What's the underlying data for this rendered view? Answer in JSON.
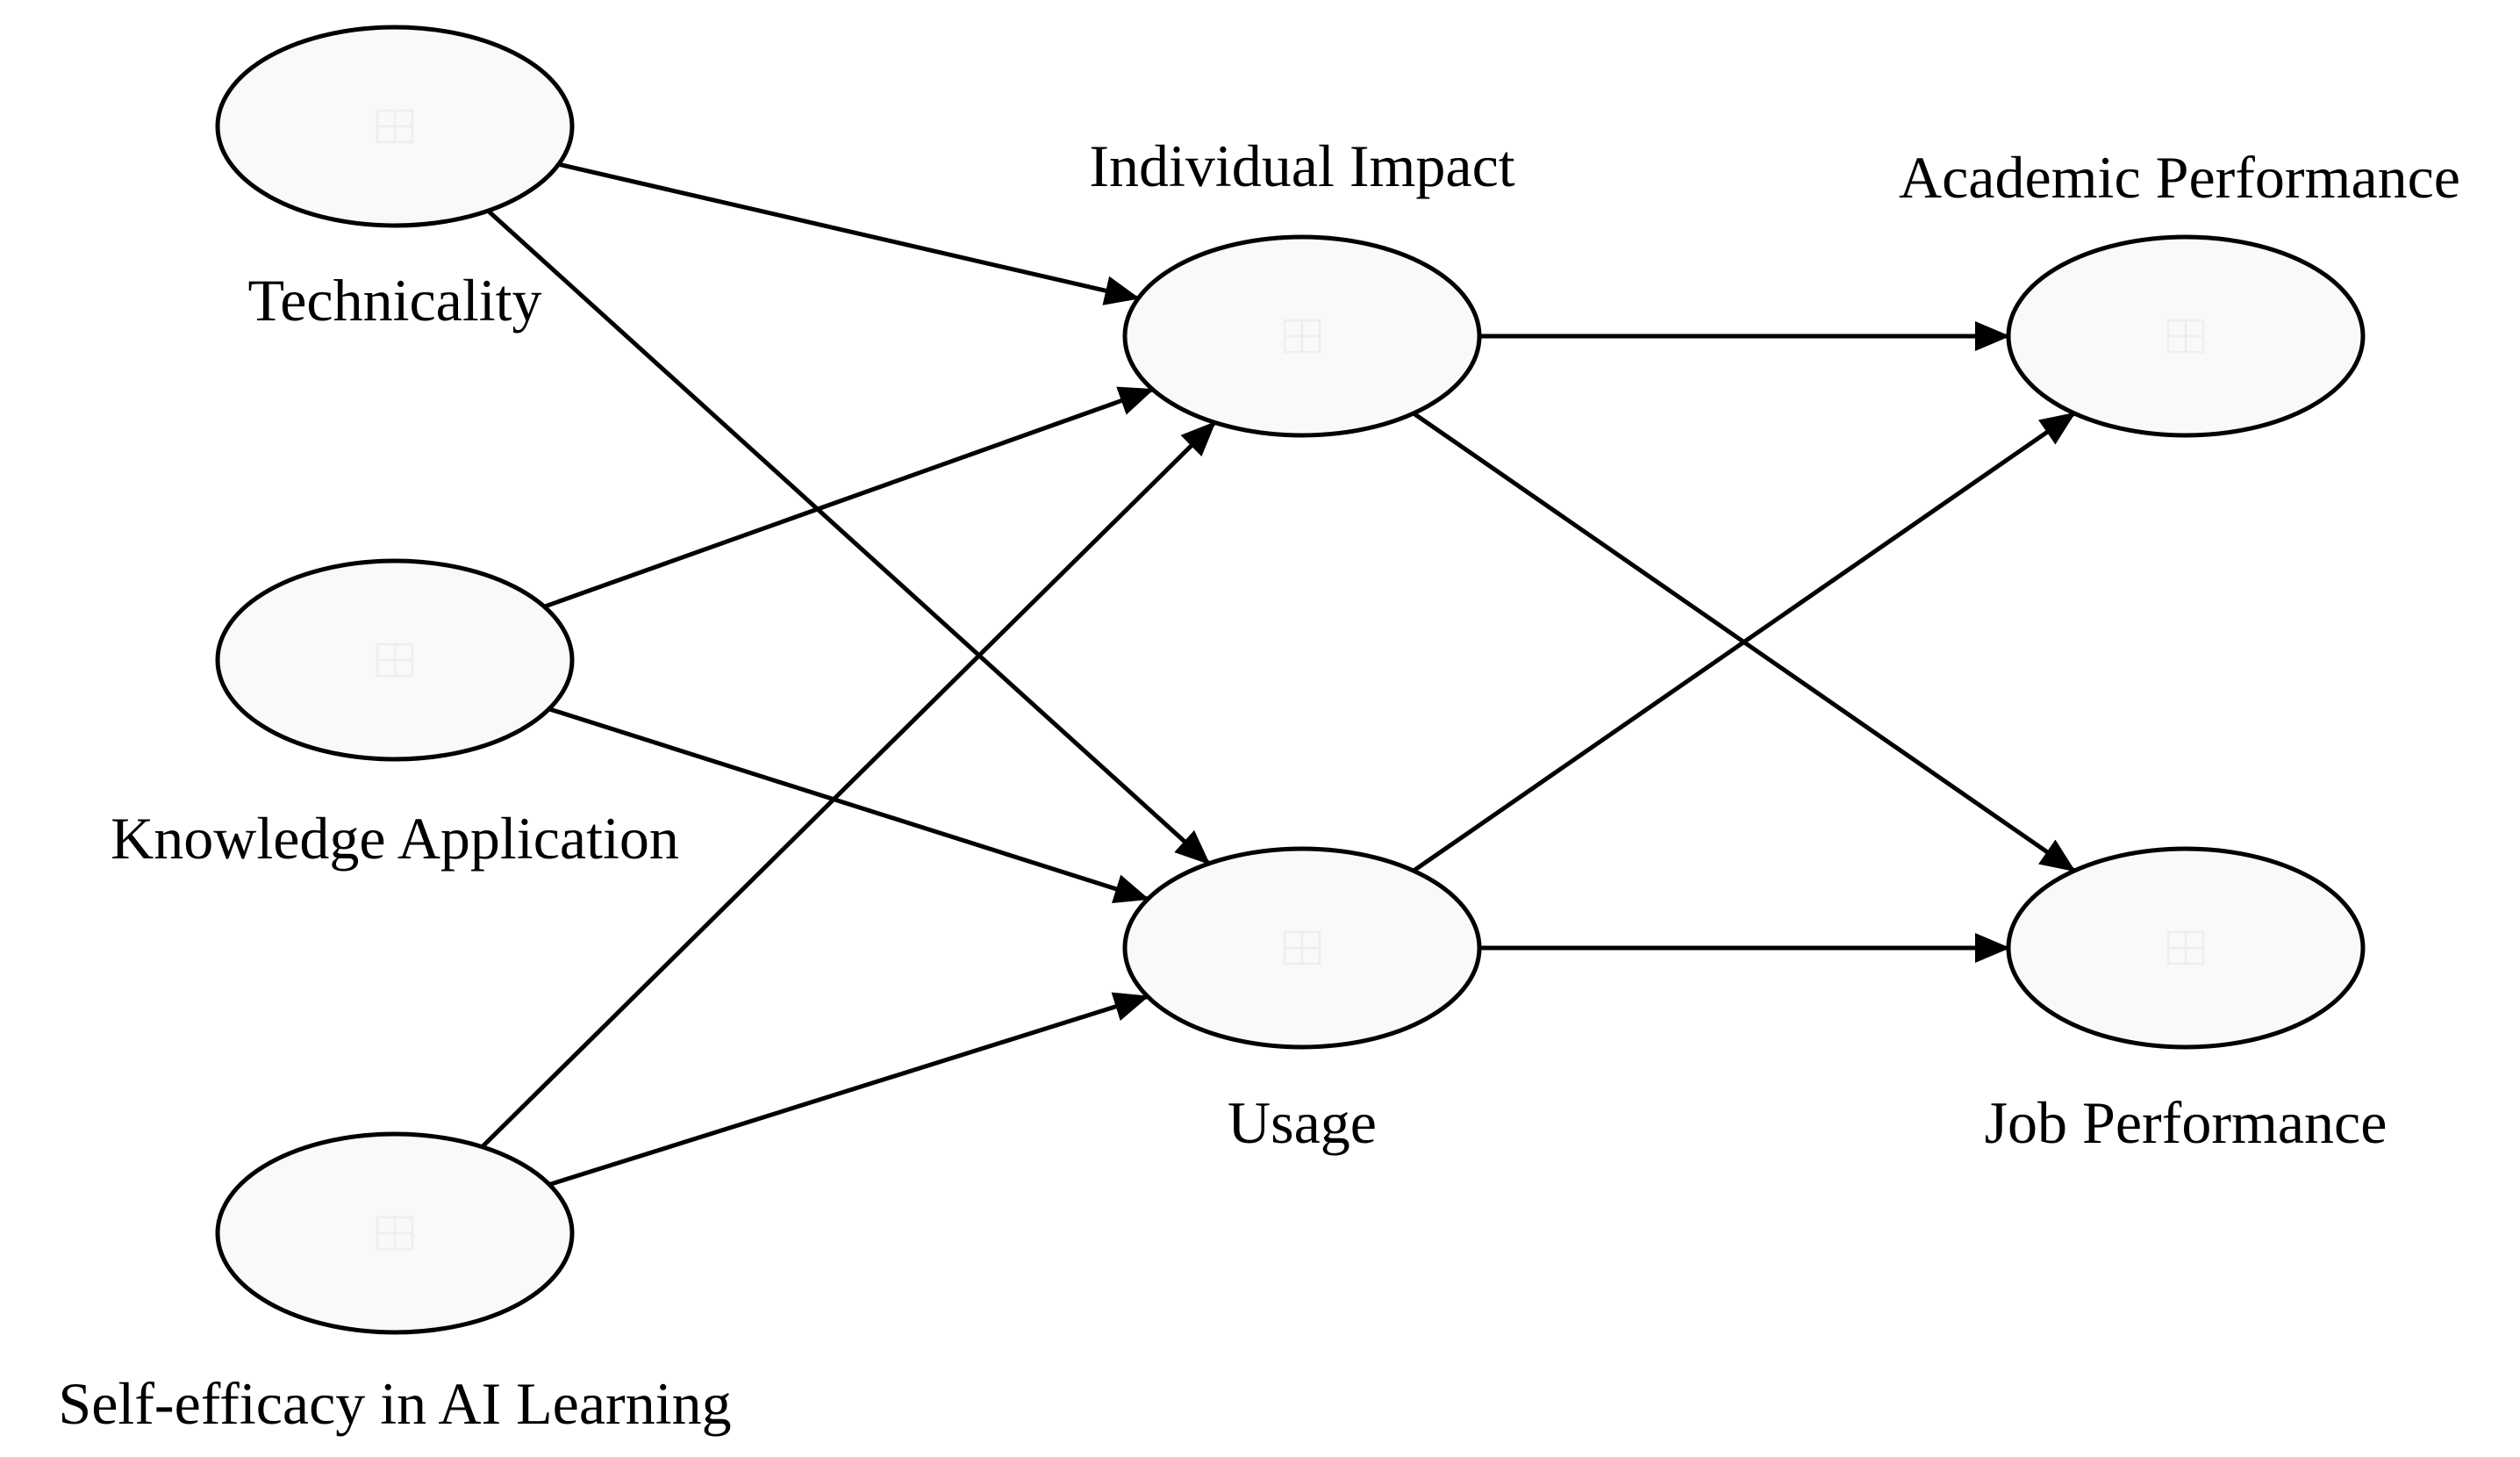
{
  "nodes": [
    {
      "id": "technicality",
      "label": "Technicality"
    },
    {
      "id": "knowledge-application",
      "label": "Knowledge Application"
    },
    {
      "id": "self-efficacy",
      "label": "Self-efficacy in AI Learning"
    },
    {
      "id": "individual-impact",
      "label": "Individual Impact"
    },
    {
      "id": "usage",
      "label": "Usage"
    },
    {
      "id": "academic-performance",
      "label": "Academic Performance"
    },
    {
      "id": "job-performance",
      "label": "Job Performance"
    }
  ],
  "edges": [
    {
      "from": "technicality",
      "to": "individual-impact"
    },
    {
      "from": "technicality",
      "to": "usage"
    },
    {
      "from": "knowledge-application",
      "to": "individual-impact"
    },
    {
      "from": "knowledge-application",
      "to": "usage"
    },
    {
      "from": "self-efficacy",
      "to": "individual-impact"
    },
    {
      "from": "self-efficacy",
      "to": "usage"
    },
    {
      "from": "individual-impact",
      "to": "academic-performance"
    },
    {
      "from": "individual-impact",
      "to": "job-performance"
    },
    {
      "from": "usage",
      "to": "academic-performance"
    },
    {
      "from": "usage",
      "to": "job-performance"
    }
  ],
  "colors": {
    "node_fill": "#f9f9f9",
    "stroke": "#000000"
  }
}
